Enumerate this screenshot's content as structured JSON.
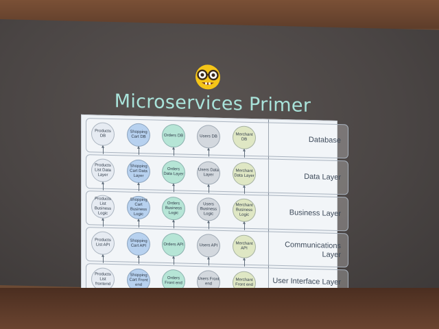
{
  "slide": {
    "title": "Microservices Primer",
    "emoji_icon": "nerd-face-icon"
  },
  "diagram": {
    "layers": [
      {
        "label": "Database",
        "nodes": [
          "Products DB",
          "Shopping Cart DB",
          "Orders DB",
          "Users DB",
          "Merchant DB"
        ]
      },
      {
        "label": "Data Layer",
        "nodes": [
          "Products List Data Layer",
          "Shopping Cart Data Layer",
          "Orders Data Layer",
          "Users Data Layer",
          "Merchant Data Layer"
        ]
      },
      {
        "label": "Business Layer",
        "nodes": [
          "Products List Business Logic",
          "Shopping Cart Business Logic",
          "Orders Business Logic",
          "Users Business Logic",
          "Merchant Business Logic"
        ]
      },
      {
        "label": "Communications Layer",
        "nodes": [
          "Products List API",
          "Shopping Cart API",
          "Orders API",
          "Users API",
          "Merchant API"
        ]
      },
      {
        "label": "User Interface Layer",
        "nodes": [
          "Products List frontend",
          "Shopping Cart Front end",
          "Orders Front end",
          "Users Front end",
          "Merchant Front end"
        ]
      }
    ],
    "column_colors": [
      "#e6ebf2",
      "#b7d1ef",
      "#b6e5d6",
      "#d3d8de",
      "#dfe7c4"
    ]
  }
}
